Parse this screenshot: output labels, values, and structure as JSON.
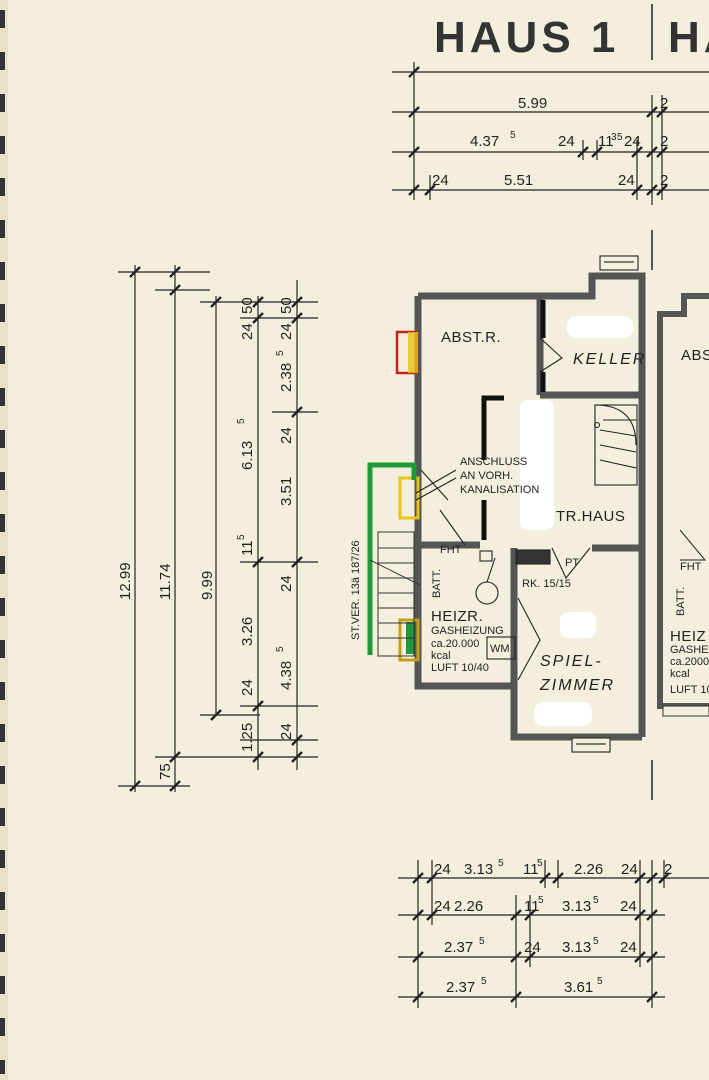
{
  "title": {
    "house1": "HAUS 1",
    "house2": "HA"
  },
  "top_dims": {
    "row1": {
      "main": "5.99",
      "edge": "2"
    },
    "row2": {
      "a": "4.37",
      "a_sup": "5",
      "b": "24",
      "c": "11",
      "c_sup": "3",
      "c2": "5",
      "d": "24",
      "edge": "2"
    },
    "row3": {
      "a": "24",
      "b": "5.51",
      "c": "24",
      "edge": "2"
    }
  },
  "left_dims": {
    "total": "12.99",
    "second": "11.74",
    "third": "9.99",
    "bottom_75": "75",
    "col4": {
      "a": "24",
      "b": "6.13",
      "b_sup": "5",
      "c": "11",
      "c_sup": "5",
      "d": "3.26",
      "e": "24",
      "f": "1.25"
    },
    "col5": {
      "a": "50",
      "b": "24",
      "c": "2.38",
      "c_sup": "5",
      "d": "24",
      "e": "3.51",
      "f": "24",
      "g": "4.38",
      "g_sup": "5",
      "h": "24",
      "i": "50"
    }
  },
  "rooms": {
    "abst_r": "ABST.R.",
    "keller": "KELLER",
    "tr_haus": "TR.HAUS",
    "anschluss_1": "ANSCHLUSS",
    "anschluss_2": "AN VORH.",
    "anschluss_3": "KANALISATION",
    "fht": "FHT",
    "pt": "PT",
    "rk": "RK. 15/15",
    "batt": "BATT.",
    "heizr": "HEIZR.",
    "gasheizung": "GASHEIZUNG",
    "gas_ca": "ca.20.000",
    "kcal": "kcal",
    "wm": "WM",
    "luft": "LUFT 10/40",
    "spiel": "SPIEL-",
    "zimmer": "ZIMMER",
    "stver": "ST.VER. 13ä 187/26",
    "abs_right": "ABS",
    "fht_right": "FHT",
    "batt_right": "BATT.",
    "heiz_right": "HEIZ",
    "gashe_right": "GASHE",
    "ca_right": "ca.2000",
    "kcal_right": "kcal",
    "luft_right": "LUFT 10"
  },
  "bottom_dims": {
    "row1": {
      "a": "24",
      "b": "3.13",
      "b_sup": "5",
      "c": "11",
      "c_sup": "5",
      "d": "2.26",
      "e": "24",
      "edge": "2"
    },
    "row2": {
      "a": "24",
      "b": "2.26",
      "c": "11",
      "c_sup": "5",
      "d": "3.13",
      "d_sup": "5",
      "e": "24"
    },
    "row3": {
      "a": "2.37",
      "a_sup": "5",
      "b": "24",
      "c": "3.13",
      "c_sup": "5",
      "d": "24"
    },
    "row4": {
      "a": "2.37",
      "a_sup": "5",
      "b": "3.61",
      "b_sup": "5"
    }
  },
  "colors": {
    "paper": "#f4efdc",
    "wall": "#555555",
    "green": "#1f9a3a",
    "yellow": "#e6c41a",
    "red": "#c42020",
    "ink": "#222222"
  }
}
